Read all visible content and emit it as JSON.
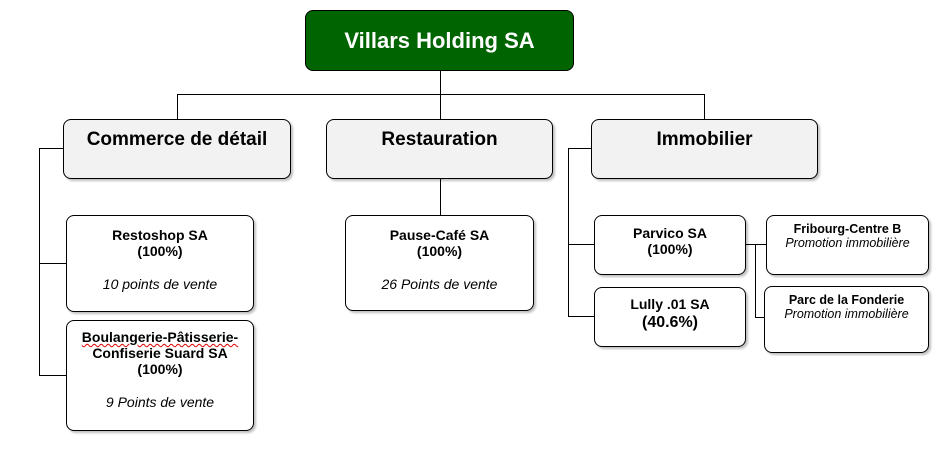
{
  "root": {
    "title": "Villars Holding SA"
  },
  "categories": {
    "commerce": "Commerce de détail",
    "restauration": "Restauration",
    "immobilier": "Immobilier"
  },
  "companies": {
    "restoshop": {
      "name": "Restoshop SA",
      "pct": "(100%)",
      "note": "10 points de vente"
    },
    "suard": {
      "name_line1": "Boulangerie-Pâtisserie-",
      "name_line2": "Confiserie Suard SA",
      "pct": "(100%)",
      "note": "9 Points de vente"
    },
    "pausecafe": {
      "name": "Pause-Café SA",
      "pct": "(100%)",
      "note": "26 Points de vente"
    },
    "parvico": {
      "name": "Parvico SA",
      "pct": "(100%)"
    },
    "lully": {
      "name": "Lully .01 SA",
      "pct": "(40.6%)"
    },
    "fribourg": {
      "name": "Fribourg-Centre B",
      "note": "Promotion immobilière"
    },
    "fonderie": {
      "name": "Parc de la Fonderie",
      "note": "Promotion immobilière"
    }
  }
}
